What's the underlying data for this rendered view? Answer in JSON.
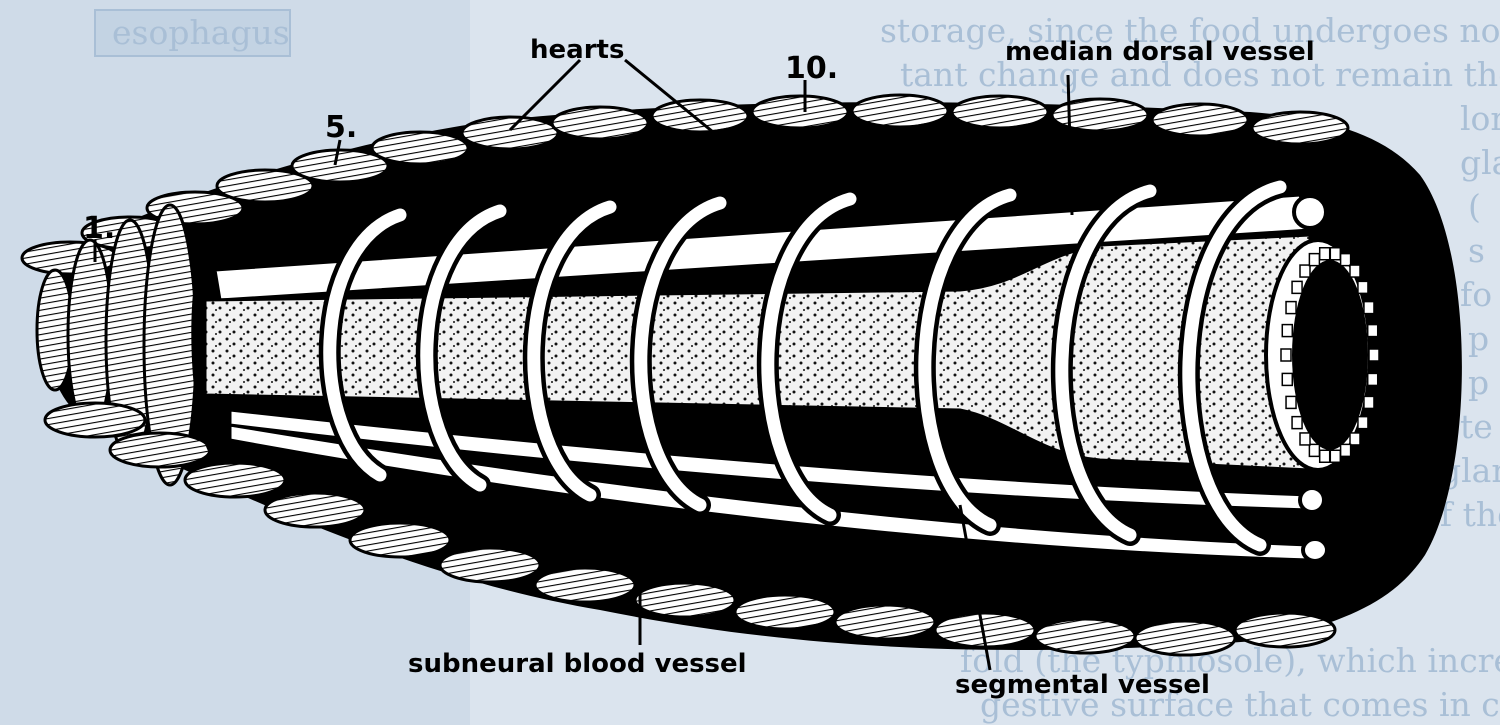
{
  "labels": {
    "hearts": "hearts",
    "segment_10": "10.",
    "median_dorsal_vessel": "median dorsal vessel",
    "segment_5": "5.",
    "segment_1": "1.",
    "subneural_blood_vessel": "subneural blood vessel",
    "segmental_vessel": "segmental vessel"
  },
  "background": {
    "side_label": "esophagus",
    "text_lines": [
      "storage, since the food undergoes no impor",
      "tant change and does not remain there very",
      "long.",
      "gla",
      "(",
      "s",
      "fo",
      "p",
      "p",
      "te",
      "gland",
      "of the",
      "fold (the typhlosole), which increases the di",
      "gestive surface that comes in contact with"
    ]
  },
  "colors": {
    "page_background": "#dbe4ee",
    "faded_print": "#a9bfd6",
    "ink": "#000000",
    "paper": "#ffffff",
    "intestine_fill": "#f2f2f2"
  }
}
